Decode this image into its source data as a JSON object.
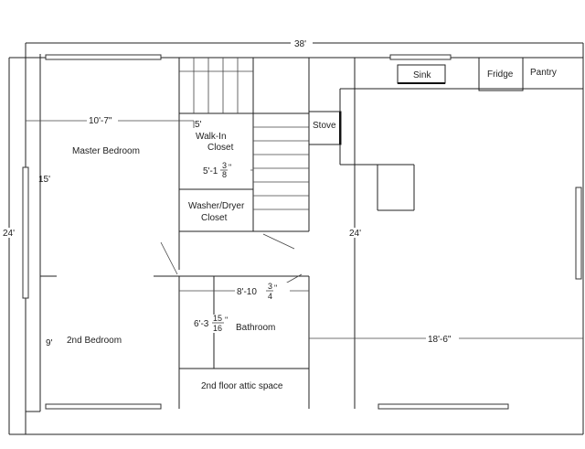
{
  "colors": {
    "line": "#222222",
    "background": "#ffffff"
  },
  "dimensions": {
    "overall_width": "38'",
    "overall_depth": "24'",
    "master_width": "10'-7\"",
    "master_depth": "15'",
    "closet_small": "5'",
    "closet_depth_whole": "5'-1",
    "closet_depth_num": "3",
    "closet_depth_den": "8",
    "closet_depth_inch": "\"",
    "second_bed_depth": "9'",
    "bath_width_whole": "8'-10",
    "bath_width_num": "3",
    "bath_width_den": "4",
    "bath_width_inch": "\"",
    "bath_depth_whole": "6'-3",
    "bath_depth_num": "15",
    "bath_depth_den": "16",
    "bath_depth_inch": "\"",
    "great_room_depth": "24'",
    "great_room_width": "18'-6\""
  },
  "rooms": {
    "master_bedroom": "Master Bedroom",
    "walk_in_line1": "Walk-In",
    "walk_in_line2": "Closet",
    "washer_line1": "Washer/Dryer",
    "washer_line2": "Closet",
    "second_bedroom": "2nd Bedroom",
    "bathroom": "Bathroom",
    "attic": "2nd floor attic space"
  },
  "fixtures": {
    "sink": "Sink",
    "fridge": "Fridge",
    "pantry": "Pantry",
    "stove": "Stove"
  }
}
